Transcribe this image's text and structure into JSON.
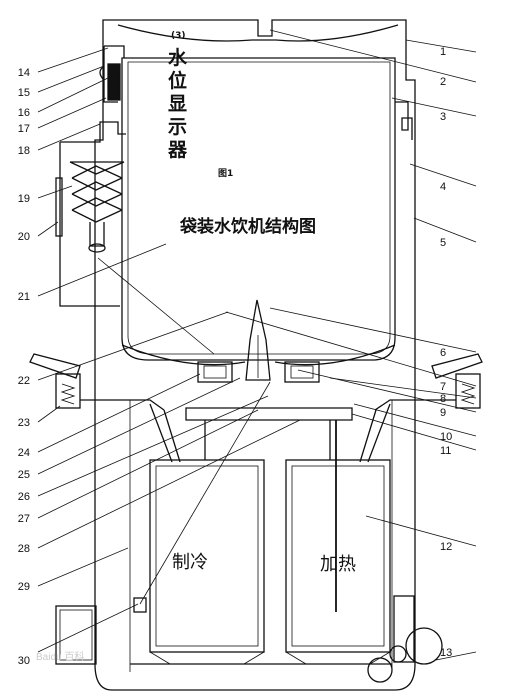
{
  "title": "袋装水饮机结构图",
  "figure_label": "图1",
  "subfigure_mark": "(3)",
  "water_level_label": "水位显示器",
  "cooling_label": "制冷",
  "heating_label": "加热",
  "left_numbers": [
    "14",
    "15",
    "16",
    "17",
    "18",
    "19",
    "20",
    "21",
    "22",
    "23",
    "24",
    "25",
    "26",
    "27",
    "28",
    "29",
    "30"
  ],
  "right_numbers": [
    "1",
    "2",
    "3",
    "4",
    "5",
    "6",
    "7",
    "8",
    "9",
    "10",
    "11",
    "12",
    "13"
  ],
  "watermark": "Baidu 百科"
}
